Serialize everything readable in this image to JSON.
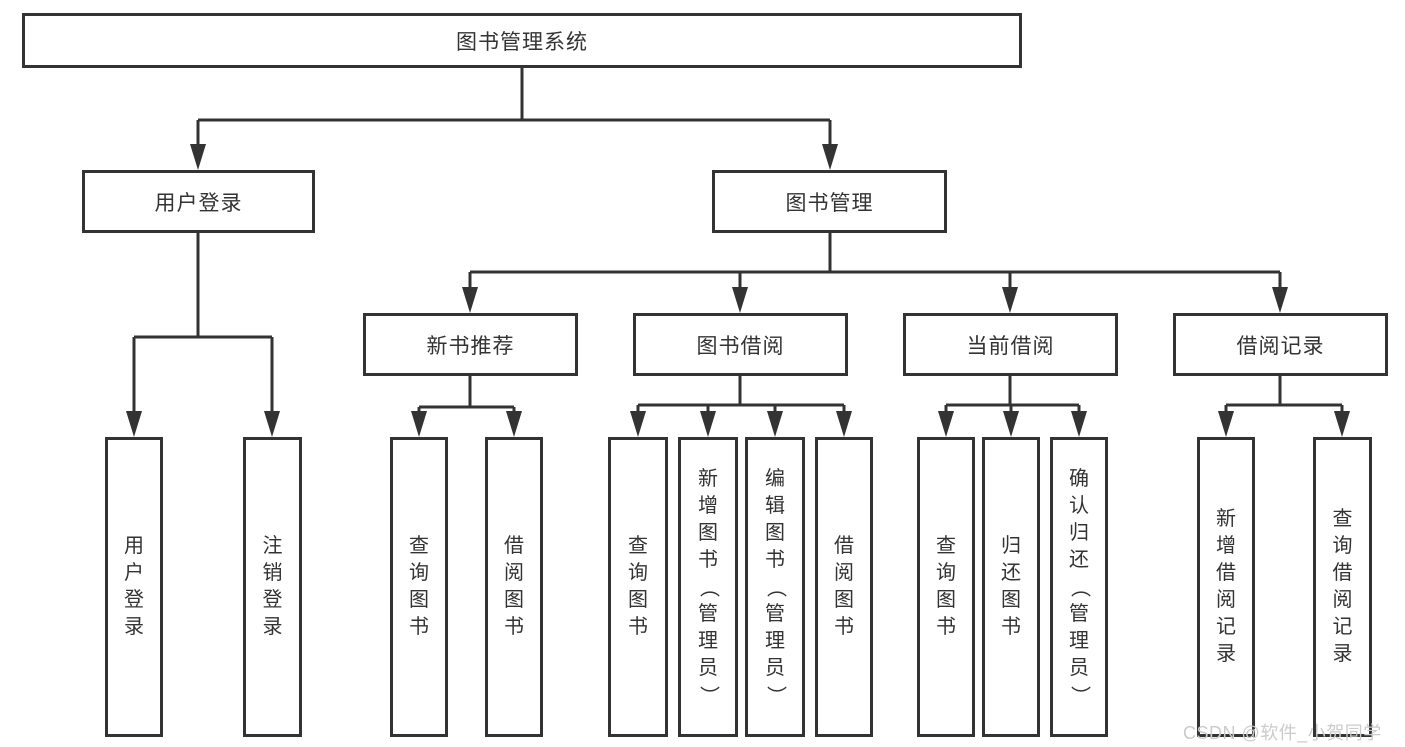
{
  "diagram_type": "hierarchy-tree",
  "line_color": "#333333",
  "box_background": "#ffffff",
  "nodes": {
    "root": {
      "label": "图书管理系统"
    },
    "user_login": {
      "label": "用户登录"
    },
    "book_mgmt": {
      "label": "图书管理"
    },
    "new_book_rec": {
      "label": "新书推荐"
    },
    "book_borrow": {
      "label": "图书借阅"
    },
    "current_borrow": {
      "label": "当前借阅"
    },
    "borrow_record": {
      "label": "借阅记录"
    },
    "leaf_user_login": {
      "label": "用户登录"
    },
    "leaf_logout": {
      "label": "注销登录"
    },
    "leaf_nbr_query": {
      "label": "查询图书"
    },
    "leaf_nbr_borrow": {
      "label": "借阅图书"
    },
    "leaf_bb_query": {
      "label": "查询图书"
    },
    "leaf_bb_add": {
      "label": "新增图书（管理员）"
    },
    "leaf_bb_edit": {
      "label": "编辑图书（管理员）"
    },
    "leaf_bb_borrow": {
      "label": "借阅图书"
    },
    "leaf_cb_query": {
      "label": "查询图书"
    },
    "leaf_cb_return": {
      "label": "归还图书"
    },
    "leaf_cb_confirm": {
      "label": "确认归还（管理员）"
    },
    "leaf_br_add": {
      "label": "新增借阅记录"
    },
    "leaf_br_query": {
      "label": "查询借阅记录"
    }
  },
  "watermark": {
    "text": "CSDN @软件_小贺同学",
    "color": "#cbcbcb"
  }
}
